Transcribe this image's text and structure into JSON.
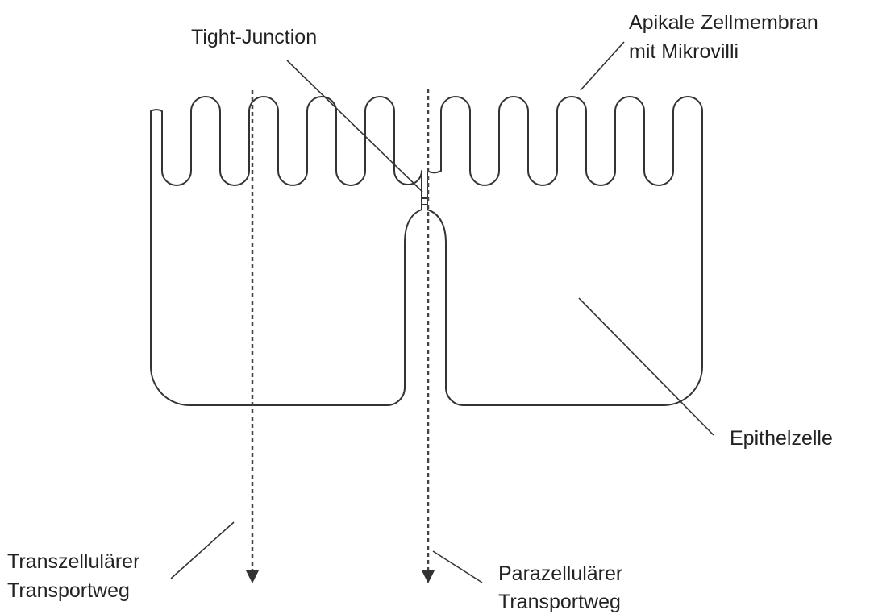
{
  "labels": {
    "tight_junction": "Tight-Junction",
    "apical_membrane_line1": "Apikale Zellmembran",
    "apical_membrane_line2": "mit Mikrovilli",
    "epithelial_cell": "Epithelzelle",
    "transcellular_line1": "Transzellulärer",
    "transcellular_line2": "Transportweg",
    "paracellular_line1": "Parazellulärer",
    "paracellular_line2": "Transportweg"
  },
  "colors": {
    "outline": "#333333",
    "text": "#222222",
    "background": "#ffffff"
  }
}
